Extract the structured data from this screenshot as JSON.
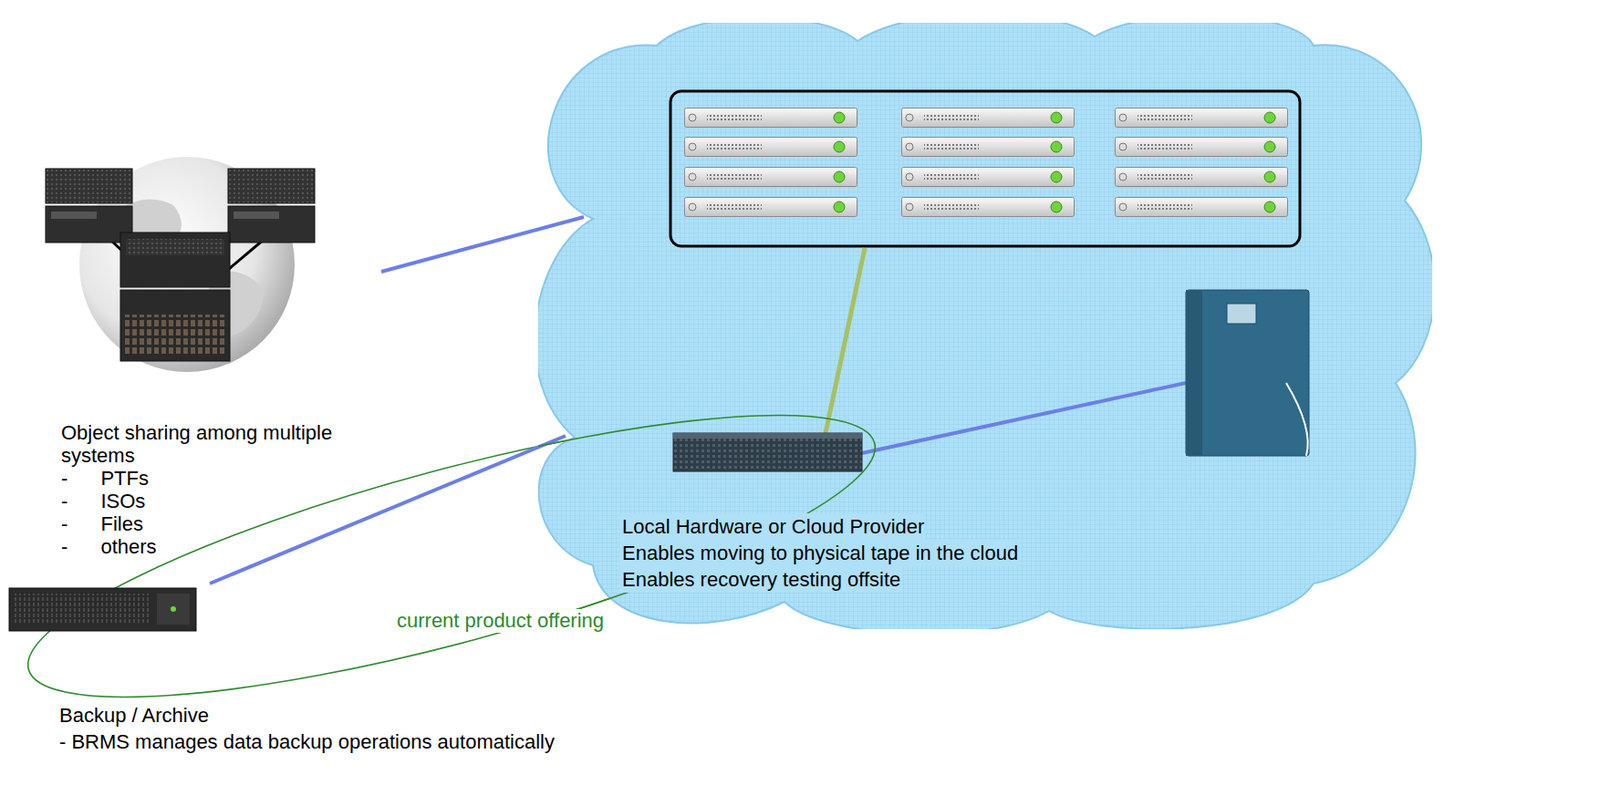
{
  "diagram": {
    "nodes": [
      {
        "text": [
          "Object sharing among multiple systems",
          "- PTFs",
          "- ISOs",
          "- Files",
          "- others"
        ]
      },
      {
        "text": [
          "Local Hardware or Cloud Provider",
          "Enables moving to physical tape in the cloud",
          "Enables recovery testing offsite"
        ]
      },
      {
        "text": [
          "Backup / Archive",
          "- BRMS manages data backup operations automatically"
        ]
      }
    ],
    "edges": [
      {
        "from": 0,
        "to": 1,
        "arrow": "none"
      },
      {
        "from": 2,
        "to": 1,
        "arrow": "none"
      }
    ],
    "labels": [
      "current product offering"
    ]
  }
}
